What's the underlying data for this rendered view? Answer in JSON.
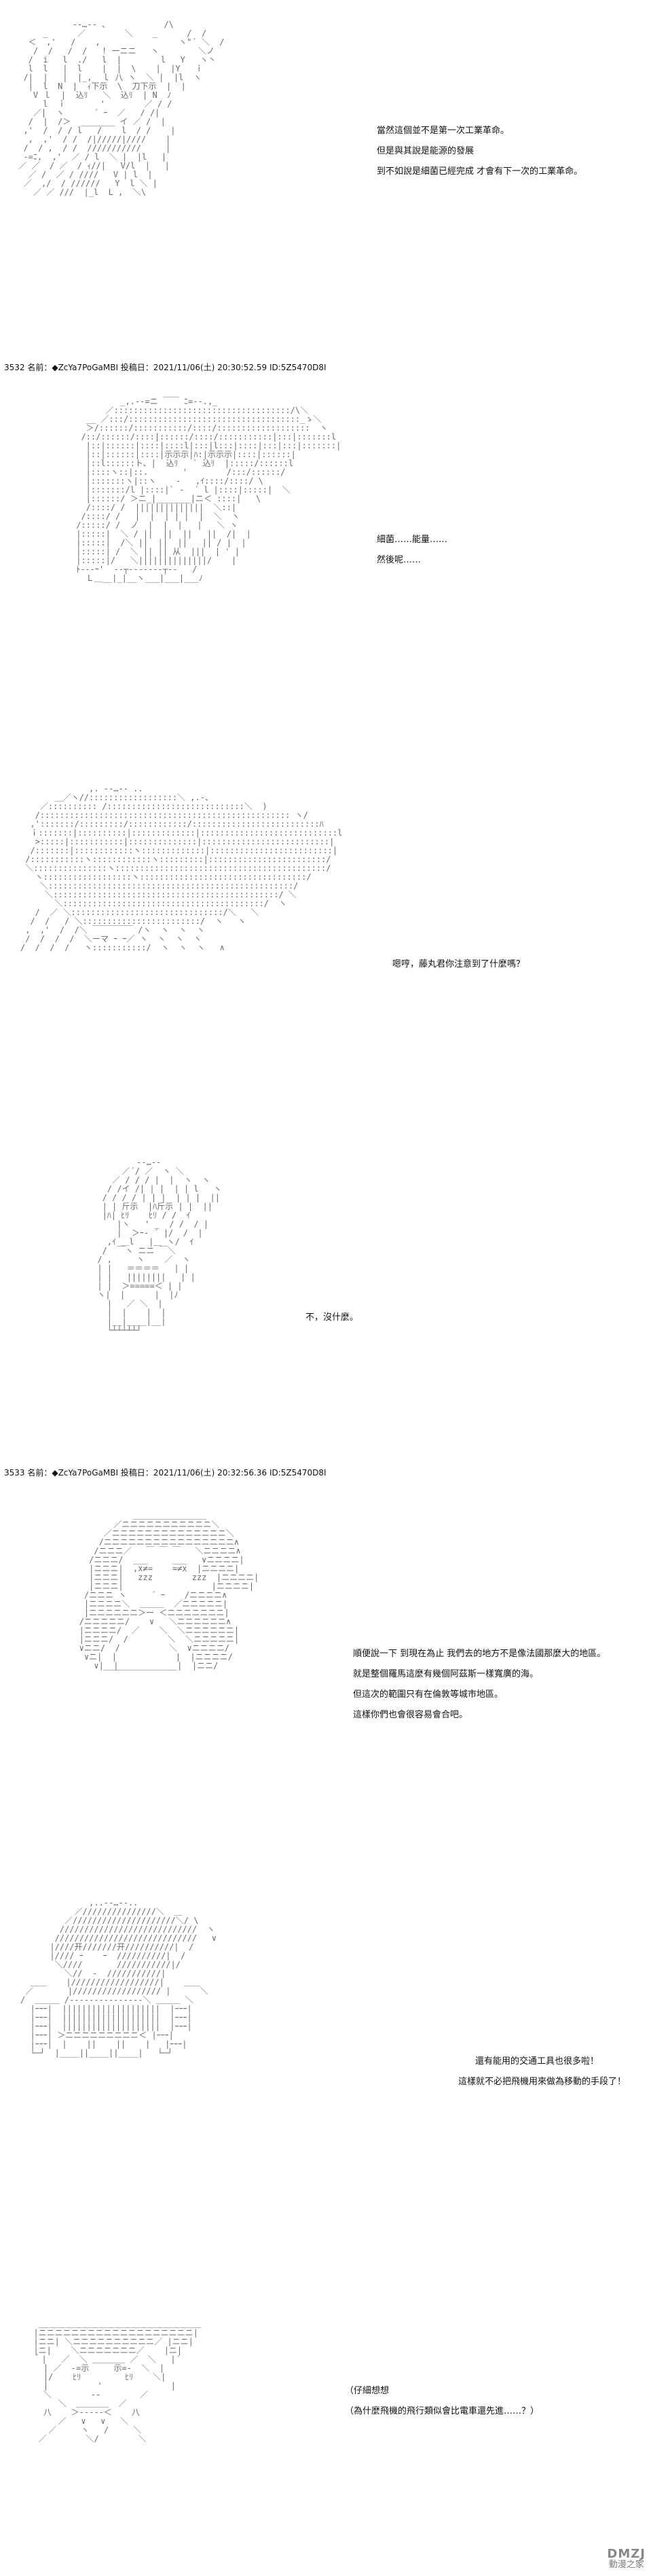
{
  "panel1": {
    "dialog": [
      "當然這個並不是第一次工業革命。",
      "但是與其說是能源的發展",
      "到不如說是細菌已經完成 才會有下一次的工業革命。"
    ]
  },
  "header1": "3532 名前：◆ZcYa7PoGaMBI 投稿日：2021/11/06(土) 20:30:52.59 ID:5Z5470D8I",
  "panel2": {
    "dialog": [
      "細菌……能量……",
      "然後呢……"
    ]
  },
  "panel3": {
    "dialog": [
      "嗯哼，藤丸君你注意到了什麼嗎？"
    ]
  },
  "panel4": {
    "dialog": [
      "不，沒什麼。"
    ]
  },
  "header2": "3533 名前：◆ZcYa7PoGaMBI 投稿日：2021/11/06(土) 20:32:56.36 ID:5Z5470D8I",
  "panel5": {
    "dialog": [
      "順便說一下 到現在為止 我們去的地方不是像法國那麼大的地區。",
      "就是整個羅馬這麼有幾個阿茲斯一樣寬廣的海。",
      "但這次的範圍只有在倫敦等城市地區。",
      "這樣你們也會很容易會合吧。"
    ]
  },
  "panel6": {
    "dialog": [
      "還有能用的交通工具也很多啦！",
      "這樣就不必把飛機用來做為移動的手段了！"
    ]
  },
  "panel7": {
    "dialog": [
      "（仔細想想",
      "（為什麼飛機的飛行類似會比電車還先進……？）"
    ]
  },
  "watermark": {
    "mark": "DMZJ",
    "text": "動漫之家"
  },
  "art": {
    "panel1": "            -‐…‐- 、           /\\\n      _      ／        ＼    _      /  /\n   ＜  ,'   /    ,                ヽ\"´ ＼  /\n    /  /   /  /   ! ーニニ   ヽ        ＼ノ\n   /  i   l  ./   l  |        l   Y   ヽ丶\n   l  l   |  l    |  |  \\    |  |Y   ｉ\n  /|  |   |  |_,  ｌ 八 ヽ  ＼ |  |l  ヽ\n   |  l  N  |  ｨ下示  \\  刀下示  |  |\n    V ｌ  |  込ﾘ   ＼  込ﾘ  | N  ﾉ\n      l  ｉ       '        ／ / /\n    ／|  ヽ      ´ ｰ  ／   / /|\n   /  |  /＞  _______ イ ／ /  |\n  ,'  /  / / l   /    l  / /    |\n   ,  ,'  / /  /|/////|////    |\n  /  / ,  / /  ///////////     |\n  ‐=ﾆ,  ,'  ／ / l  ＼ |  |l   |\n ／ ／  / ／  / ｨ//|   V/l  |   |\n   ／ /  ／ / ////   V | l  |\n  ／  ,/  / //////   Y  l ＼ |\n    ／ ／ ///  |_l  L ,  ＼\\",
    "panel2": "          _,.-‐=ニ ￣￣ ﾆ=‐-.,_\n       ／::::::::::::::::::::::::::::::::::::/\\＼\n   __ ／:::/:::::::::::::::::::::::::::::::::::_ゝ＼\n   ＞/::::::/:::::::::::/::::/:::::::::::::::::::  ヽ\n  /::/::::::/::::|::::::/::::/:::::::::::|:::|:::::::l\n   |::|::::::|::::|::::l|:::|l:::|::::|:::|:::|:::::::|\n   |::|::::::|::::|示示示|ﾊ:|示示示|::::|::::::|\n   |::l::::::ト、|  込ﾘ   ` 込ﾘ  |:::::/::::::l\n   |::::ヽ::|::.       '        /:::/::::::/\n   |:::::::ヽ|::ヽ    ‐   ,ｲ::::/::::/ \\\n   |:::::::/l |::::|` -  ´ l |::::|:::::|  ＼\n   |::::::/ ＞ニ_|_______|ニ＜ ::::|   \\\n   /::::/ /  ||||||||||||||  ＼::|\n  /::::/ /   |  |  | | |  |  ＼  ヽ\n /:::::/ /  ノ  |  |  |   |   ＼ ヽ\n |:::::|  ＼ / ||  ||  ||   ||  /|  |\n |:::::|  /＼ ||  ||  ||   || / |  |\n |:::::| /  ＼ || || 从  |||  | ' |\n |:::::|/   ＼||||||||||||||/    |\n ﾄ---ｰ'  ‐‐┬‐‐‐‐‐‐‐┬‐‐   /\n   Ｌ＿__|_|__ヽ___|___|___ﾉ",
    "panel3": "              ,. -‐…‐- ..\n       ＿／ヽ//::::::::::::::::::＼ ,.-、\n    ／:::::::::: /::::::::::::::::::::::::::::＼  )\n   /::::::::::::::::::::::::::::::::::::::::::::::::::: ヽ/\n  ,':::::::/:::::::::/::::::::::::/::::::::::::::::::::::::::ﾊ\n  ｉ:::::::|::::::::::|:::::::::::::|::::::::::::::::::::::::::::l\n   >:::::|:::::::::::|::::::::::::::|::::::::::::::::::::::::::|\n  /:::::::|::::::::::::ヽ:::::::::::::|:::::::::::::::::::::::::|\n /:::::::::::ヽ::::::::::::ヽ:::::::::|::::::::::::::::::::::::/\n ＼:::::::::::::::ヽ:::::::::::::::::::::::::::::::::::::::::::/\n   ヽ::::::::::::::::::ヽ::::::::::::::::::::::::::::::::::/\n    ＼::::::::::::::::::::::::::::::::::::::::::::::::::/\n     ＼::::::::::::::::::::::::::::::::::::::::::::::/ ＼\n       ＼:::::::::::::::::::::::::::::::::::::::::/  ヽ\n   /  ／ ＼:::::::::::::::::::::::::::::::/＼   ＼\n  /  /   / ＼::::::::::::::::::::::::/  ヽ   ヽ\n ,  ,'  /  /＼ ￣￣￣￣￣ /ヽ  ヽ  ヽ  ヽ\n /  /  /  /  ＼ーマ ｰ ｰ／ ヽ  ヽ  ヽ  ヽ\n/  /  /  /   ヽ:::::::::::/  ヽ  ヽ  ヽ   ∧",
    "panel4": "              -‐…‐-\n           ／´/ ／  ヽ ＼\n         ／ / / / |  |  ヽ  ヽ\n        / /イ /| | |  | | l   ヽ\n       / / / / | | |  | | |  ||\n       | | 斤示  |ﾊ斤示 | |  ||\n       |ﾊ| ﾋﾘ    ﾋﾘ / /  ｲ\n          |ヽ   ' _  / /  / |\n          |  ＞ｰ‐ ´ |/  /  |\n        ,ｲ ＿l   |＿ ヽ/  ｲ\n       /  ￣ヽ ニニ ￣＼\n      / ,     ヽ    ／  ヽ\n      | |   ＝＝＝＝   | |\n      | |   ||||||||   | |\n      | |  ＞=====＜ | |\n      ヽ|  |      |  |ﾉ\n        |   ／ ＼  |\n        |  |    |  |\n        |__|____|__|\n        └┴┴┴┴┴┘",
    "panel5": "              ＿＿＿＿＿＿＿＿＿\n          ／ニニニニニニニニニニニ＼\n        ／ニニニニニニニニニニニニニニ＼\n       /ニニニニニニニニニニニニニニニニ∧\n      /ニニニ／   ￣ ￣ ￣   ＼ニニニニ∧\n     /ニニニ/  ___     ___   ∨ニニニニ|\n     |ニニニ|  ,x≠=    =≠x  |ニニニニ|\n     |ニニニ|   zzz        zzz  |ニニニニ|\n     |ニニニ|                  |ニニニニ|\n    /ニニニ ヽ     ´ ｰ    /ニニニニ∧\n    |ニニニニ＼  ＿＿＿  ／ニニニニニ|\n    |ニニニニニニ＞ー ＜ニニニニニニニ|\n   /ニニニニニ/    ∨   ＼ニニニニニニ∧\n   |ニニニニ/  ／    ＼  ＼ニニニニニニ|\n   |ニニニ/  /        ＼  ＼ニニニニニ|\n   ∨ニニ/  /          ＼  ∨ニニニニ/\n    ∨ニ|  |            |  |ニニニニ/\n      ∨|  |            |  |ニニ/\n        ￣￣￣￣￣￣￣￣￣",
    "panel6": "              ,..-‐…‐-..\n           ／///////////////＼  ＿\n         ／/////////////////////＼/ \\\n        ////////////////////////////  ヽ\n       /////////////////////////////   ∨\n      |////开///////开//////////|  /\n      |//// ｰ    ｰ  //////////|  /\n       ＼////       ///////////|/\n         ＼//  ‐  ///////////|\n  ＿＿    |//////////////////|    ＿＿\n ／       |////////////////// |      ＼\n/  ＿＿＿ /‐‐‐‐‐‐‐‐‐‐‐‐‐‐‐＼ ＿＿＿ ＼\n  |ｰｰｰ|  ||||||||||||||||||||  |ｰｰｰ|\n  |ｰｰｰ|  ||||||||||||||||||||  |ｰｰｰ|\n  |ｰｰｰ|  ||||||||||||||||||||  |ｰｰｰ|\n  |ｰｰｰ| ＞ニニニニニニニニニ＜ |ｰｰｰ|\n  |ｰｰｰ|  |    ||    ||    |   |ｰｰｰ|\n  └─┘  |____||____||____|   └─┘",
    "panel7": "   ＿＿＿＿＿＿＿＿＿＿＿＿＿＿＿＿＿＿＿＿\n  |ニニニニニニニニニニニニニニニニニニニ|\n  |ニニ| ＼ニニニニニニニニニニ／ |ニニ|\n  |ニ|    ＼ニニニニニニニ／    |ニ|\n  ｀|   ／  ＼ ＿＿＿＿ ／  ＼   |´\n    | ／  ‐=示     示=‐  ＼  |\n    |/    ﾋﾘ         ﾋﾘ    ＼|\n    |          '              |\n    ＼        ‐‐        ／\n       ＼  ＿＿＿＿  ／\n    八    ＞‐‐‐‐‐＜    八\n       ／   ∨   ∨   ＼\n     ／     ヽ   /     ＼\n   ／        ＼/        ＼"
  }
}
